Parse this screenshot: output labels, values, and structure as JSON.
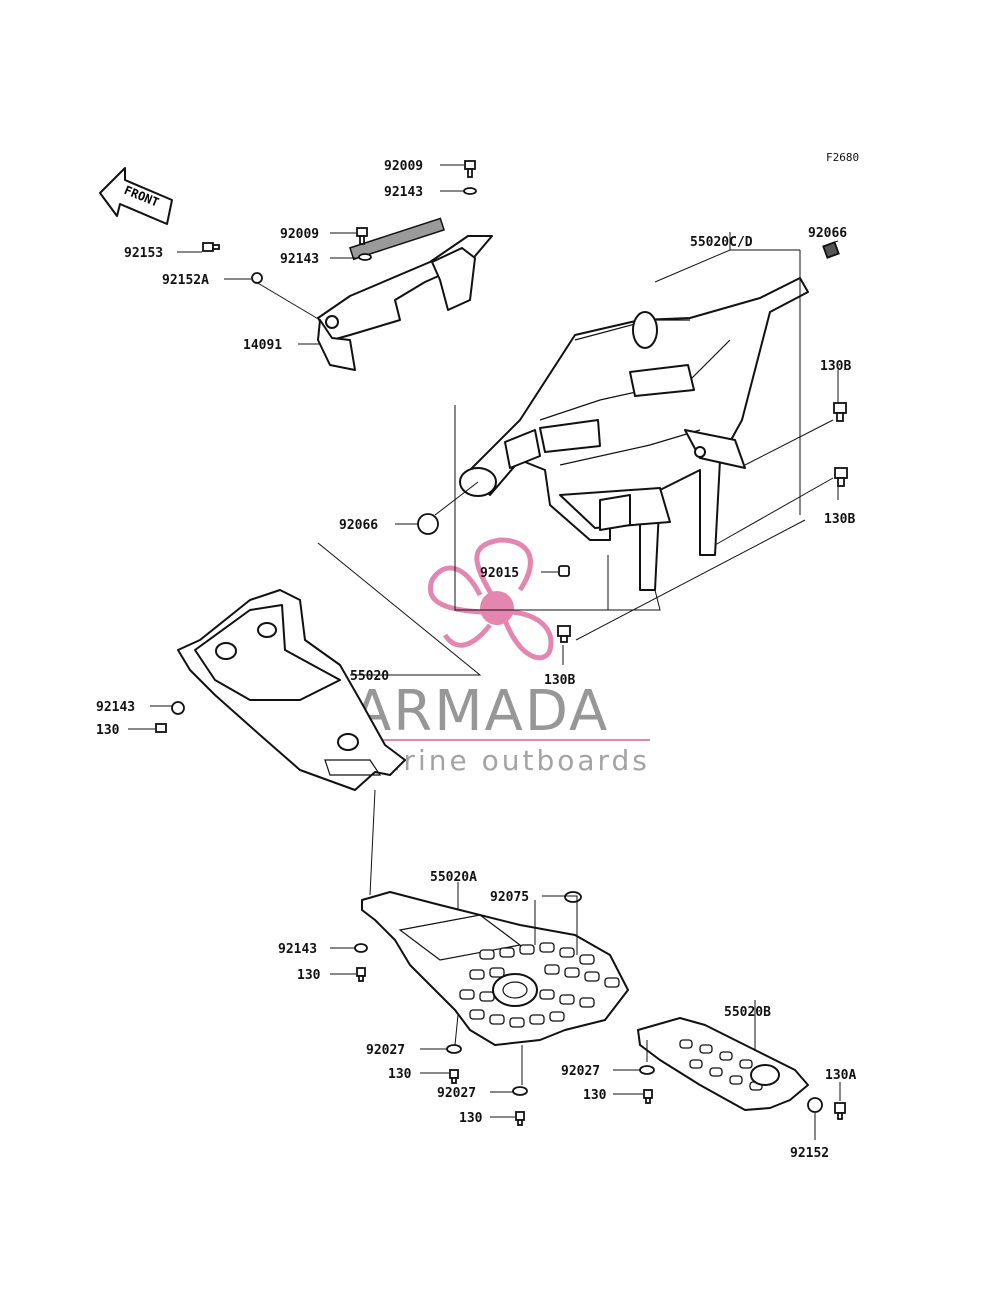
{
  "figure_code": "F2680",
  "front_arrow_label": "FRONT",
  "watermark": {
    "brand": "ARMADA",
    "tagline": "marine outboards",
    "accent_color": "#e07aa8",
    "text_color": "#8c8c8c"
  },
  "labels": {
    "l92009a": "92009",
    "l92143a": "92143",
    "l92009b": "92009",
    "l92143b": "92143",
    "l92153": "92153",
    "l92152A": "92152A",
    "l14091": "14091",
    "l55020CD": "55020C/D",
    "l92066a": "92066",
    "l130Ba": "130B",
    "l130Bb": "130B",
    "l92066b": "92066",
    "l92015": "92015",
    "l130Bc": "130B",
    "l55020": "55020",
    "l92143c": "92143",
    "l130a": "130",
    "l55020A": "55020A",
    "l92075": "92075",
    "l92143d": "92143",
    "l130b": "130",
    "l92027a": "92027",
    "l130c": "130",
    "l92027b": "92027",
    "l130d": "130",
    "l55020B": "55020B",
    "l92027c": "92027",
    "l130e": "130",
    "l130A": "130A",
    "l92152": "92152"
  }
}
